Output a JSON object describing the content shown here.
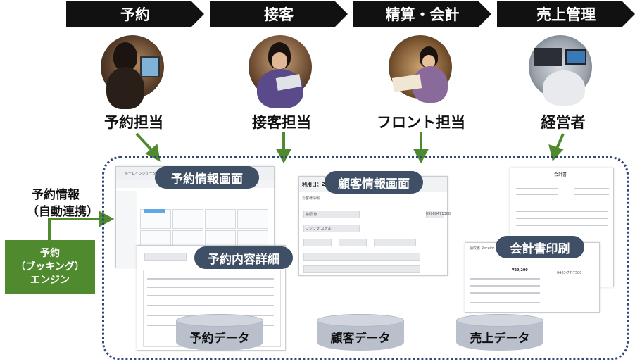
{
  "header": {
    "steps": [
      "予約",
      "接客",
      "精算・会計",
      "売上管理"
    ]
  },
  "roles": [
    "予約担当",
    "接客担当",
    "フロント担当",
    "経営者"
  ],
  "side": {
    "info_line1": "予約情報",
    "info_line2": "（自動連携）",
    "engine_line1": "予約",
    "engine_line2": "（ブッキング）",
    "engine_line3": "エンジン"
  },
  "screens": {
    "reservation_info": "予約情報画面",
    "reservation_detail": "予約内容詳細",
    "customer_info": "顧客情報画面",
    "invoice_print": "会計書印刷"
  },
  "databases": [
    "予約データ",
    "顧客データ",
    "売上データ"
  ],
  "mock": {
    "reservation_app_title": "ルームインジケータ",
    "customer_date_prefix": "利用日：2022",
    "customer_section": "お客様情報",
    "customer_name": "藤原 修",
    "customer_kana": "フジワラ ユチル",
    "customer_phone": "09068471368",
    "invoice_title": "会計書",
    "receipt_title": "領収書 Receipt",
    "receipt_total": "¥29,200",
    "receipt_tel": "0463-77-7300"
  },
  "colors": {
    "accent_green": "#4f8a2f",
    "pill": "#3f4f66",
    "frame": "#2f4a7a",
    "db": "#b9c0cc"
  }
}
